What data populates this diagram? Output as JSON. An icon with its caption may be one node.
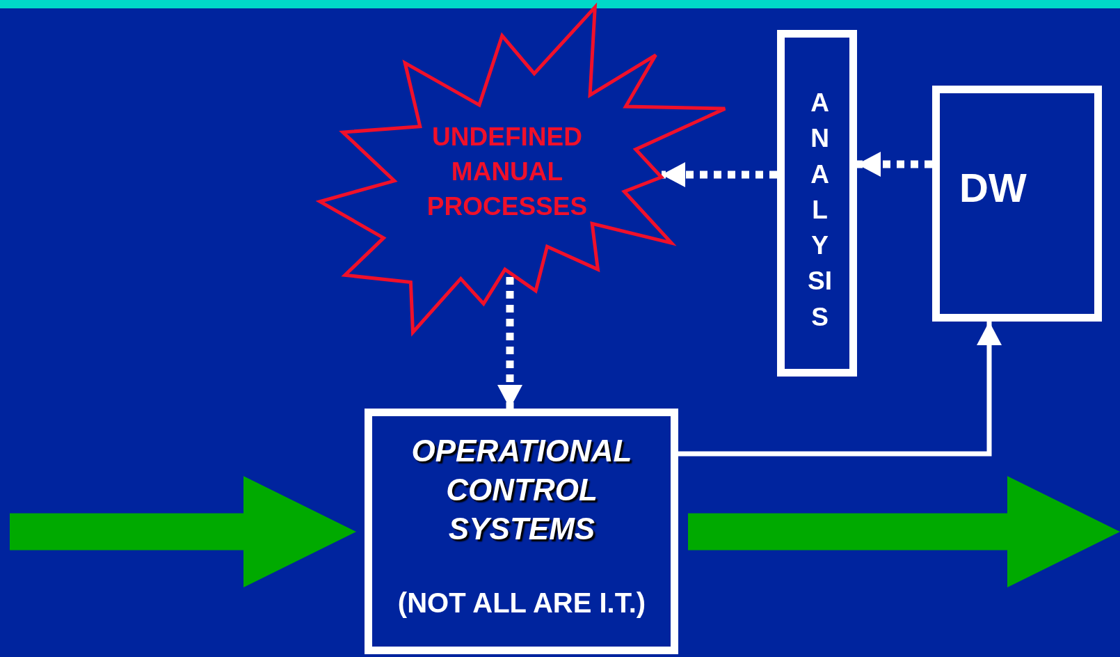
{
  "diagram": {
    "nodes": [
      {
        "text": [
          "UNDEFINED MANUAL PROCESSES"
        ]
      },
      {
        "text": [
          "ANALYSIS"
        ]
      },
      {
        "text": [
          "DW"
        ]
      },
      {
        "text": [
          "OPERATIONAL CONTROL SYSTEMS",
          "(NOT ALL ARE I.T.)"
        ]
      }
    ],
    "edges": [
      {
        "from": 2,
        "to": 1,
        "arrow": "to",
        "style": "dashed"
      },
      {
        "from": 1,
        "to": 0,
        "arrow": "to",
        "style": "dashed"
      },
      {
        "from": 0,
        "to": 3,
        "arrow": "to",
        "style": "dashed"
      },
      {
        "from": 3,
        "to": 2,
        "arrow": "to"
      },
      {
        "from": null,
        "to": 3,
        "arrow": "to",
        "style": "thick",
        "color": "#00aa00"
      },
      {
        "from": 3,
        "to": null,
        "arrow": "to",
        "style": "thick",
        "color": "#00aa00"
      }
    ]
  }
}
